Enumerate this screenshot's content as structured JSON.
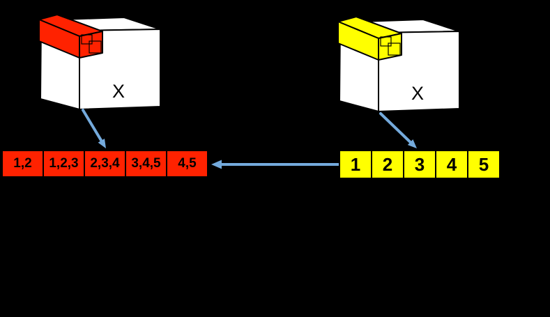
{
  "colors": {
    "background": "#000000",
    "cube_face": "#FFFFFF",
    "outline": "#000000",
    "red": "#FF2200",
    "yellow": "#FFFF00",
    "arrow_blue": "#74AADC",
    "label_text": "#000000"
  },
  "left_figure": {
    "cube_label": "X",
    "row_cells": [
      "1,2",
      "1,2,3",
      "2,3,4",
      "3,4,5",
      "4,5"
    ]
  },
  "right_figure": {
    "cube_label": "X",
    "row_cells": [
      "1",
      "2",
      "3",
      "4",
      "5"
    ]
  }
}
